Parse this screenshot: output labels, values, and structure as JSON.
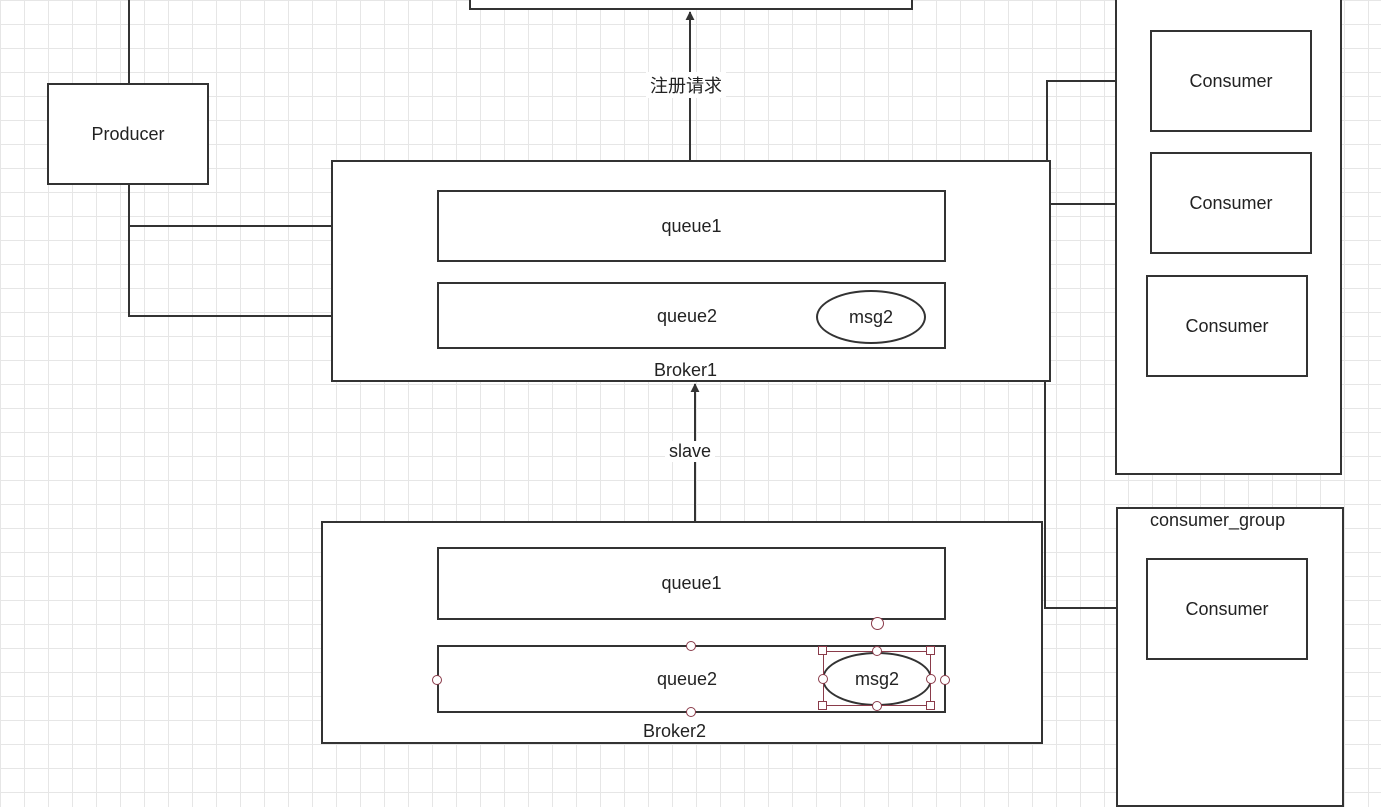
{
  "producer": {
    "label": "Producer"
  },
  "edges": {
    "register_request": "注册请求",
    "slave": "slave"
  },
  "broker1": {
    "label": "Broker1",
    "queue1": "queue1",
    "queue2": "queue2",
    "msg": "msg2"
  },
  "broker2": {
    "label": "Broker2",
    "queue1": "queue1",
    "queue2": "queue2",
    "msg": "msg2"
  },
  "consumer_group_top": {
    "consumers": [
      "Consumer",
      "Consumer",
      "Consumer"
    ]
  },
  "consumer_group_bottom": {
    "label": "consumer_group",
    "consumers": [
      "Consumer"
    ]
  },
  "colors": {
    "stroke": "#333333",
    "grid": "#e6e6e6",
    "selection": "#8a3b4a"
  }
}
